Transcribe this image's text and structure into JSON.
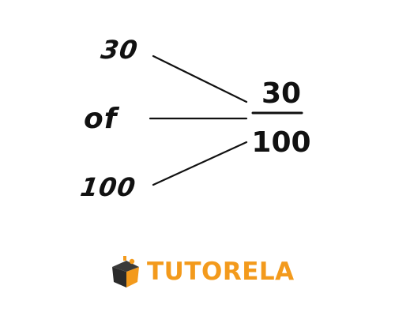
{
  "diagram": {
    "left_labels": {
      "top": "30",
      "middle": "of",
      "bottom": "100"
    },
    "fraction": {
      "numerator": "30",
      "denominator": "100"
    }
  },
  "logo": {
    "text": "TUTORELA",
    "color": "#f39a1c",
    "icon": "tutorela-logo-icon"
  }
}
